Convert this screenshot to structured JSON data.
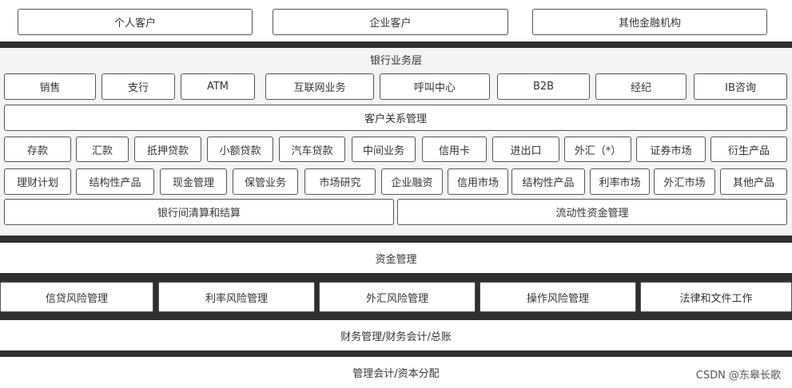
{
  "customers": [
    "个人客户",
    "企业客户",
    "其他金融机构"
  ],
  "bank_layer": {
    "title": "银行业务层",
    "channels": [
      "销售",
      "支行",
      "ATM",
      "互联网业务",
      "呼叫中心",
      "B2B",
      "经纪",
      "IB咨询"
    ],
    "crm": "客户关系管理",
    "products_row1": [
      "存款",
      "汇款",
      "抵押贷款",
      "小额贷款",
      "汽车贷款",
      "中间业务",
      "信用卡",
      "进出口",
      "外汇（*）",
      "证券市场",
      "衍生产品"
    ],
    "products_row2": [
      "理财计划",
      "结构性产品",
      "现金管理",
      "保管业务",
      "市场研究",
      "企业融资",
      "信用市场",
      "结构性产品",
      "利率市场",
      "外汇市场",
      "其他产品"
    ],
    "settlement": [
      "银行间清算和结算",
      "流动性资金管理"
    ]
  },
  "treasury": "资金管理",
  "risk": [
    "信贷风险管理",
    "利率风险管理",
    "外汇风险管理",
    "操作风险管理",
    "法律和文件工作"
  ],
  "finance": "财务管理/财务会计/总账",
  "mgmt_accounting": "管理会计/资本分配",
  "watermark": "CSDN @东皋长歌"
}
